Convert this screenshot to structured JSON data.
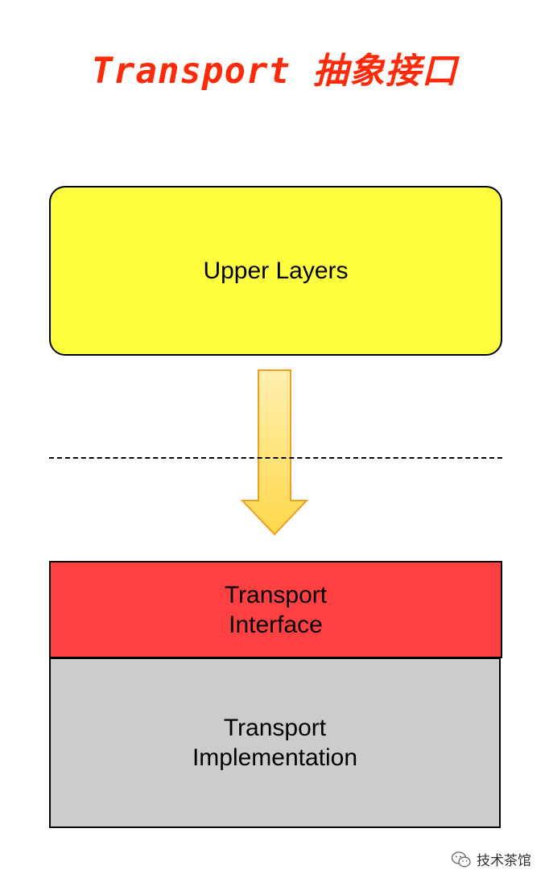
{
  "title": "Transport 抽象接口",
  "upper_layers": {
    "label": "Upper Layers"
  },
  "transport_interface": {
    "label": "Transport\nInterface"
  },
  "transport_implementation": {
    "label": "Transport\nImplementation"
  },
  "watermark": {
    "text": "技术茶馆",
    "icon": "wechat-icon"
  },
  "colors": {
    "title": "#ff2a0a",
    "upper_layers_fill": "#ffff40",
    "interface_fill": "#ff4040",
    "implementation_fill": "#cccccc",
    "arrow_fill_top": "#ffe58a",
    "arrow_stroke": "#f0a020"
  }
}
